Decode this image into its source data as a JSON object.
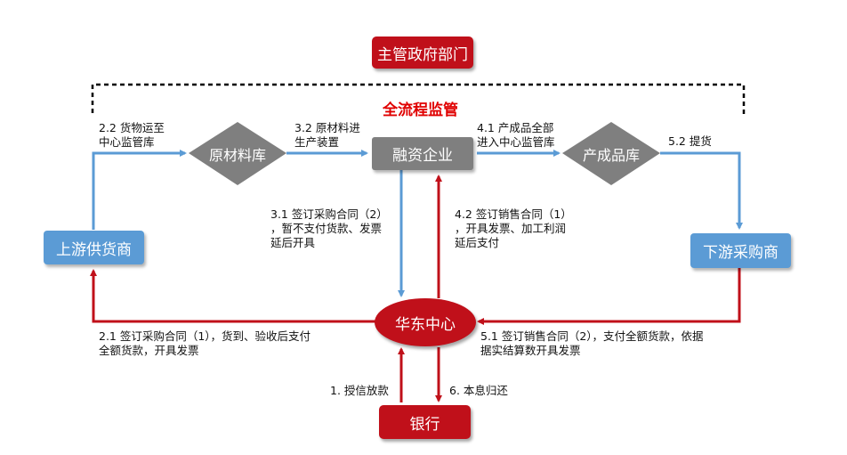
{
  "nodes": {
    "regulator": "主管政府部门",
    "raw_material_warehouse": "原材料库",
    "financing_company": "融资企业",
    "product_warehouse": "产成品库",
    "upstream_supplier": "上游供货商",
    "downstream_buyer": "下游采购商",
    "east_china_center": "华东中心",
    "bank": "银行"
  },
  "supervision_label": "全流程监管",
  "edge_labels": {
    "e2_2": [
      "2.2 货物运至",
      "中心监管库"
    ],
    "e3_2": [
      "3.2 原材料进",
      "生产装置"
    ],
    "e4_1": [
      "4.1  产成品全部",
      "进入中心监管库"
    ],
    "e5_2": [
      "5.2 提货"
    ],
    "e3_1": [
      "3.1 签订采购合同（2）",
      "，暂不支付货款、发票",
      "延后开具"
    ],
    "e4_2": [
      "4.2 签订销售合同（1）",
      "，开具发票、加工利润",
      "延后支付"
    ],
    "e2_1": [
      "2.1 签订采购合同（1），货到、验收后支付",
      "全额货款，开具发票"
    ],
    "e5_1": [
      "5.1 签订销售合同（2），支付全额货款，依据",
      "据实结算数开具发票"
    ],
    "e1": [
      "1. 授信放款"
    ],
    "e6": [
      "6. 本息归还"
    ]
  },
  "colors": {
    "red": "#c0101a",
    "blue": "#5b9bd5",
    "gray": "#7f7f7f",
    "arrow_blue": "#5b9bd5",
    "arrow_red": "#c0101a",
    "title_red": "#e00000"
  }
}
